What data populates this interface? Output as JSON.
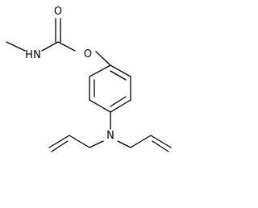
{
  "molecule": {
    "atoms": {
      "carbonyl_oxygen": "O",
      "ester_oxygen": "O",
      "amide_nitrogen": "N",
      "amide_hydrogen": "H",
      "amine_nitrogen": "N"
    }
  }
}
